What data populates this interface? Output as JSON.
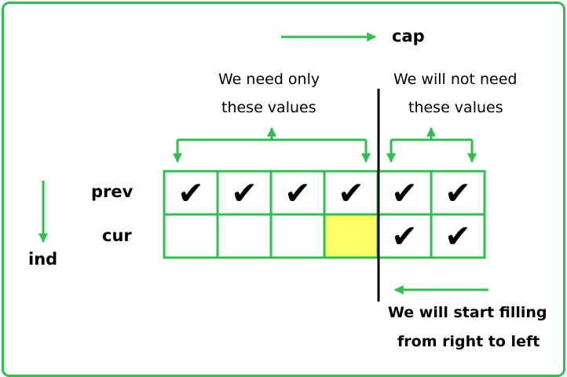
{
  "labels": {
    "cap": "cap",
    "ind": "ind",
    "prev": "prev",
    "cur": "cur",
    "need_line1": "We need only",
    "need_line2": "these values",
    "not_need_line1": "We will not need",
    "not_need_line2": "these values",
    "fill_line1": "We will start filling",
    "fill_line2": "from right to left"
  },
  "grid": {
    "columns": 6,
    "rows": [
      {
        "name": "prev",
        "cells": [
          "check",
          "check",
          "check",
          "check",
          "check",
          "check"
        ]
      },
      {
        "name": "cur",
        "cells": [
          "empty",
          "empty",
          "empty",
          "highlight",
          "check",
          "check"
        ]
      }
    ],
    "check_glyph": "✔"
  },
  "colors": {
    "accent": "#2fbf4f",
    "highlight": "#ffff66",
    "text": "#000000",
    "divider": "#000000"
  }
}
